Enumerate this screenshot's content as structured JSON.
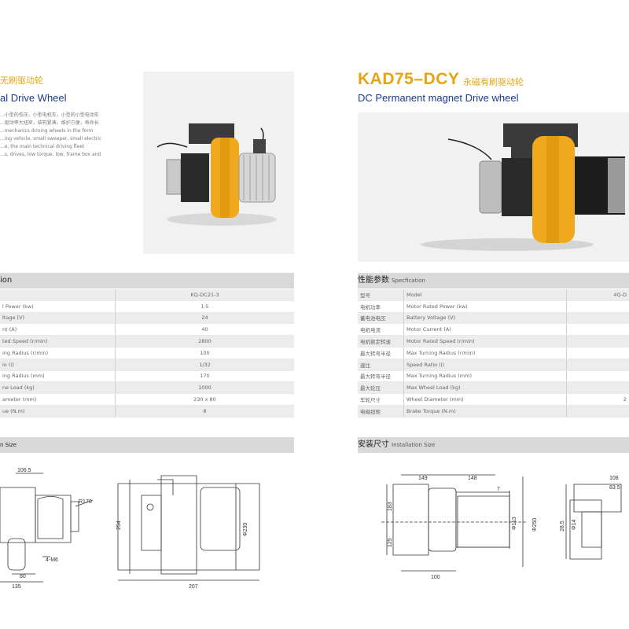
{
  "left": {
    "title_cn": "无刷驱动轮",
    "title_en": "al Drive Wheel",
    "desc_lines": [
      "...小型的低压，小型电机车，小型的小型电动车",
      "...驱动率大扭矩，结构紧凑，维护方便，寿命长",
      "",
      "...mechanics driving wheels in the form",
      "...ing vehicle, small sweeper, small electric",
      "...e, the main technical driving fleet",
      "...s, drives, low torque, low, frame box and"
    ],
    "spec_header": "ion",
    "spec_rows": [
      {
        "label": "",
        "value": "KQ-DC21-3"
      },
      {
        "label": "l Power (kw)",
        "value": "1.5"
      },
      {
        "label": "ltage (V)",
        "value": "24"
      },
      {
        "label": "nt (A)",
        "value": "40"
      },
      {
        "label": "ted Speed (r/min)",
        "value": "2800"
      },
      {
        "label": "ing Radius (r/min)",
        "value": "100"
      },
      {
        "label": "io (i)",
        "value": "1/32"
      },
      {
        "label": "ing Radius (mm)",
        "value": "170"
      },
      {
        "label": "ne Load (kg)",
        "value": "1000"
      },
      {
        "label": "ameter (mm)",
        "value": "230 x 80"
      },
      {
        "label": "ue (N.m)",
        "value": "8"
      }
    ],
    "install_header": "n Size",
    "drawing_labels": {
      "d1": "106.5",
      "d2": "R176",
      "d3": "4-M6",
      "d4": "80",
      "d5": "135",
      "d6": "254",
      "d7": "207",
      "d8": "Φ230"
    }
  },
  "right": {
    "model": "KAD75–DCY",
    "title_cn": "永磁有刷驱动轮",
    "title_en": "DC Permanent magnet Drive wheel",
    "spec_header_cn": "性能参数",
    "spec_header_en": "Specfication",
    "spec_rows": [
      {
        "cn": "型号",
        "en": "Model",
        "value": "4Q-D"
      },
      {
        "cn": "电机功率",
        "en": "Motor Rated Power (kw)",
        "value": ""
      },
      {
        "cn": "蓄电池电压",
        "en": "Battery Voltage (V)",
        "value": ""
      },
      {
        "cn": "电机电流",
        "en": "Motor Current (A)",
        "value": ""
      },
      {
        "cn": "电机额定转速",
        "en": "Motor Rated Speed (r/min)",
        "value": ""
      },
      {
        "cn": "最大转弯半径",
        "en": "Max Turning Radius (r/min)",
        "value": ""
      },
      {
        "cn": "速比",
        "en": "Speed Ratio (i)",
        "value": ""
      },
      {
        "cn": "最大转弯半径",
        "en": "Max Turning Radius (mm)",
        "value": ""
      },
      {
        "cn": "最大轮压",
        "en": "Max Wheel Load (kg)",
        "value": ""
      },
      {
        "cn": "车轮尺寸",
        "en": "Wheel Diameter (mm)",
        "value": "2"
      },
      {
        "cn": "电磁扭矩",
        "en": "Brake Torque (N.m)",
        "value": ""
      }
    ],
    "install_header_cn": "安装尺寸",
    "install_header_en": "Installation Size",
    "drawing_labels": {
      "d1": "149",
      "d2": "148",
      "d3": "7",
      "d4": "183",
      "d5": "125",
      "d6": "100",
      "d7": "Φ113",
      "d8": "Φ250",
      "d9": "108",
      "d10": "83.5",
      "d11": "28.5",
      "d12": "Φ14"
    }
  },
  "colors": {
    "accent": "#e5a412",
    "blue": "#1b3a8c",
    "bar": "#d9d9d9"
  }
}
